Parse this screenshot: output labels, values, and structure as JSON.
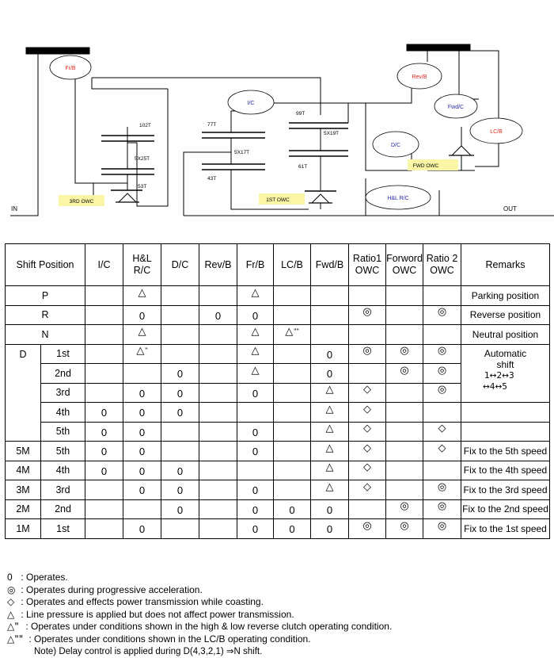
{
  "diagram": {
    "labels": {
      "frb": "Fr/B",
      "revb": "Rev/B",
      "ic": "I/C",
      "fwdc": "Fwd/C",
      "lcb": "LC/B",
      "dc": "D/C",
      "hlrc": "H&L R/C",
      "owc3": "3RD OWC",
      "owc1": "1ST OWC",
      "owcfwd": "FWD OWC",
      "in": "IN",
      "out": "OUT"
    },
    "teeth": {
      "t102": "102T",
      "t5x25": "5X25T",
      "t53": "53T",
      "t77": "77T",
      "t5x17": "5X17T",
      "t43": "43T",
      "t99": "99T",
      "t5x19": "5X19T",
      "t61": "61T"
    },
    "colors": {
      "red_text": "#e0261c",
      "blue_text": "#2a2aa8",
      "owc_fill": "#fbf6a6"
    }
  },
  "table": {
    "headers": {
      "shift": "Shift Position",
      "ic": "I/C",
      "hlrc": "H&L R/C",
      "dc": "D/C",
      "revb": "Rev/B",
      "frb": "Fr/B",
      "lcb": "LC/B",
      "fwdb": "Fwd/B",
      "ratio1": "Ratio1 OWC",
      "forword": "Forword OWC",
      "ratio2": "Ratio 2 OWC",
      "remarks": "Remarks"
    },
    "rows": {
      "p": {
        "pos": "P",
        "remark": "Parking position"
      },
      "r": {
        "pos": "R",
        "remark": "Reverse position"
      },
      "n": {
        "pos": "N",
        "remark": "Neutral position"
      },
      "d": {
        "pos": "D",
        "g1": "1st",
        "g2": "2nd",
        "g3": "3rd",
        "g4": "4th",
        "g5": "5th",
        "remark_title": "Automatic shift",
        "remark_seq1": "1↔2↔3",
        "remark_seq2": "↔4↔5"
      },
      "m5": {
        "pos": "5M",
        "gear": "5th",
        "remark": "Fix to the 5th speed"
      },
      "m4": {
        "pos": "4M",
        "gear": "4th",
        "remark": "Fix to the 4th speed"
      },
      "m3": {
        "pos": "3M",
        "gear": "3rd",
        "remark": "Fix to the  3rd speed"
      },
      "m2": {
        "pos": "2M",
        "gear": "2nd",
        "remark": "Fix to the 2nd speed"
      },
      "m1": {
        "pos": "1M",
        "gear": "1st",
        "remark": "Fix to the 1st speed"
      }
    },
    "symbols": {
      "zero": "0",
      "circle": "◎",
      "diamond": "◇",
      "triangle": "△",
      "tri1_mark": "\"",
      "tri2_mark": "\"\""
    }
  },
  "legend": {
    "k0": "0",
    "v0": " : Operates.",
    "k1": "◎",
    "v1": " : Operates during progressive acceleration.",
    "k2": "◇",
    "v2": " : Operates and effects power transmission while coasting.",
    "k3": "△",
    "v3": " : Line pressure is applied but does not affect power transmission.",
    "k4": "△\"",
    "v4": " : Operates under conditions shown in the high & low reverse clutch operating condition.",
    "k5": "△\"\"",
    "v5": " : Operates under conditions shown in the LC/B operating condition.",
    "note": "Note) Delay control is applied during D(4,3,2,1) ⇒N shift."
  }
}
